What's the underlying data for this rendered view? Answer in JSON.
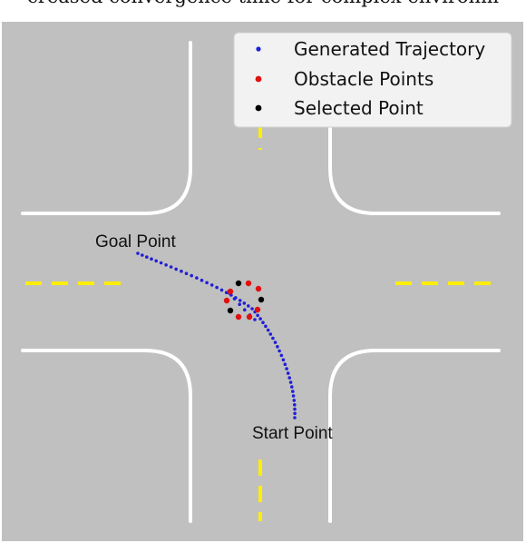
{
  "caption": "creased convergence time for complex environm",
  "labels": {
    "goal": "Goal Point",
    "start": "Start Point"
  },
  "legend": {
    "items": [
      {
        "label": "Generated Trajectory",
        "color": "#1f1fd6"
      },
      {
        "label": "Obstacle Points",
        "color": "#e01010"
      },
      {
        "label": "Selected Point",
        "color": "#000000"
      }
    ]
  },
  "colors": {
    "background": "#c0c0c0",
    "road_edge": "#ffffff",
    "center_line": "#ffee00",
    "trajectory": "#1f1fd6",
    "obstacle": "#e01010",
    "selected": "#000000"
  }
}
